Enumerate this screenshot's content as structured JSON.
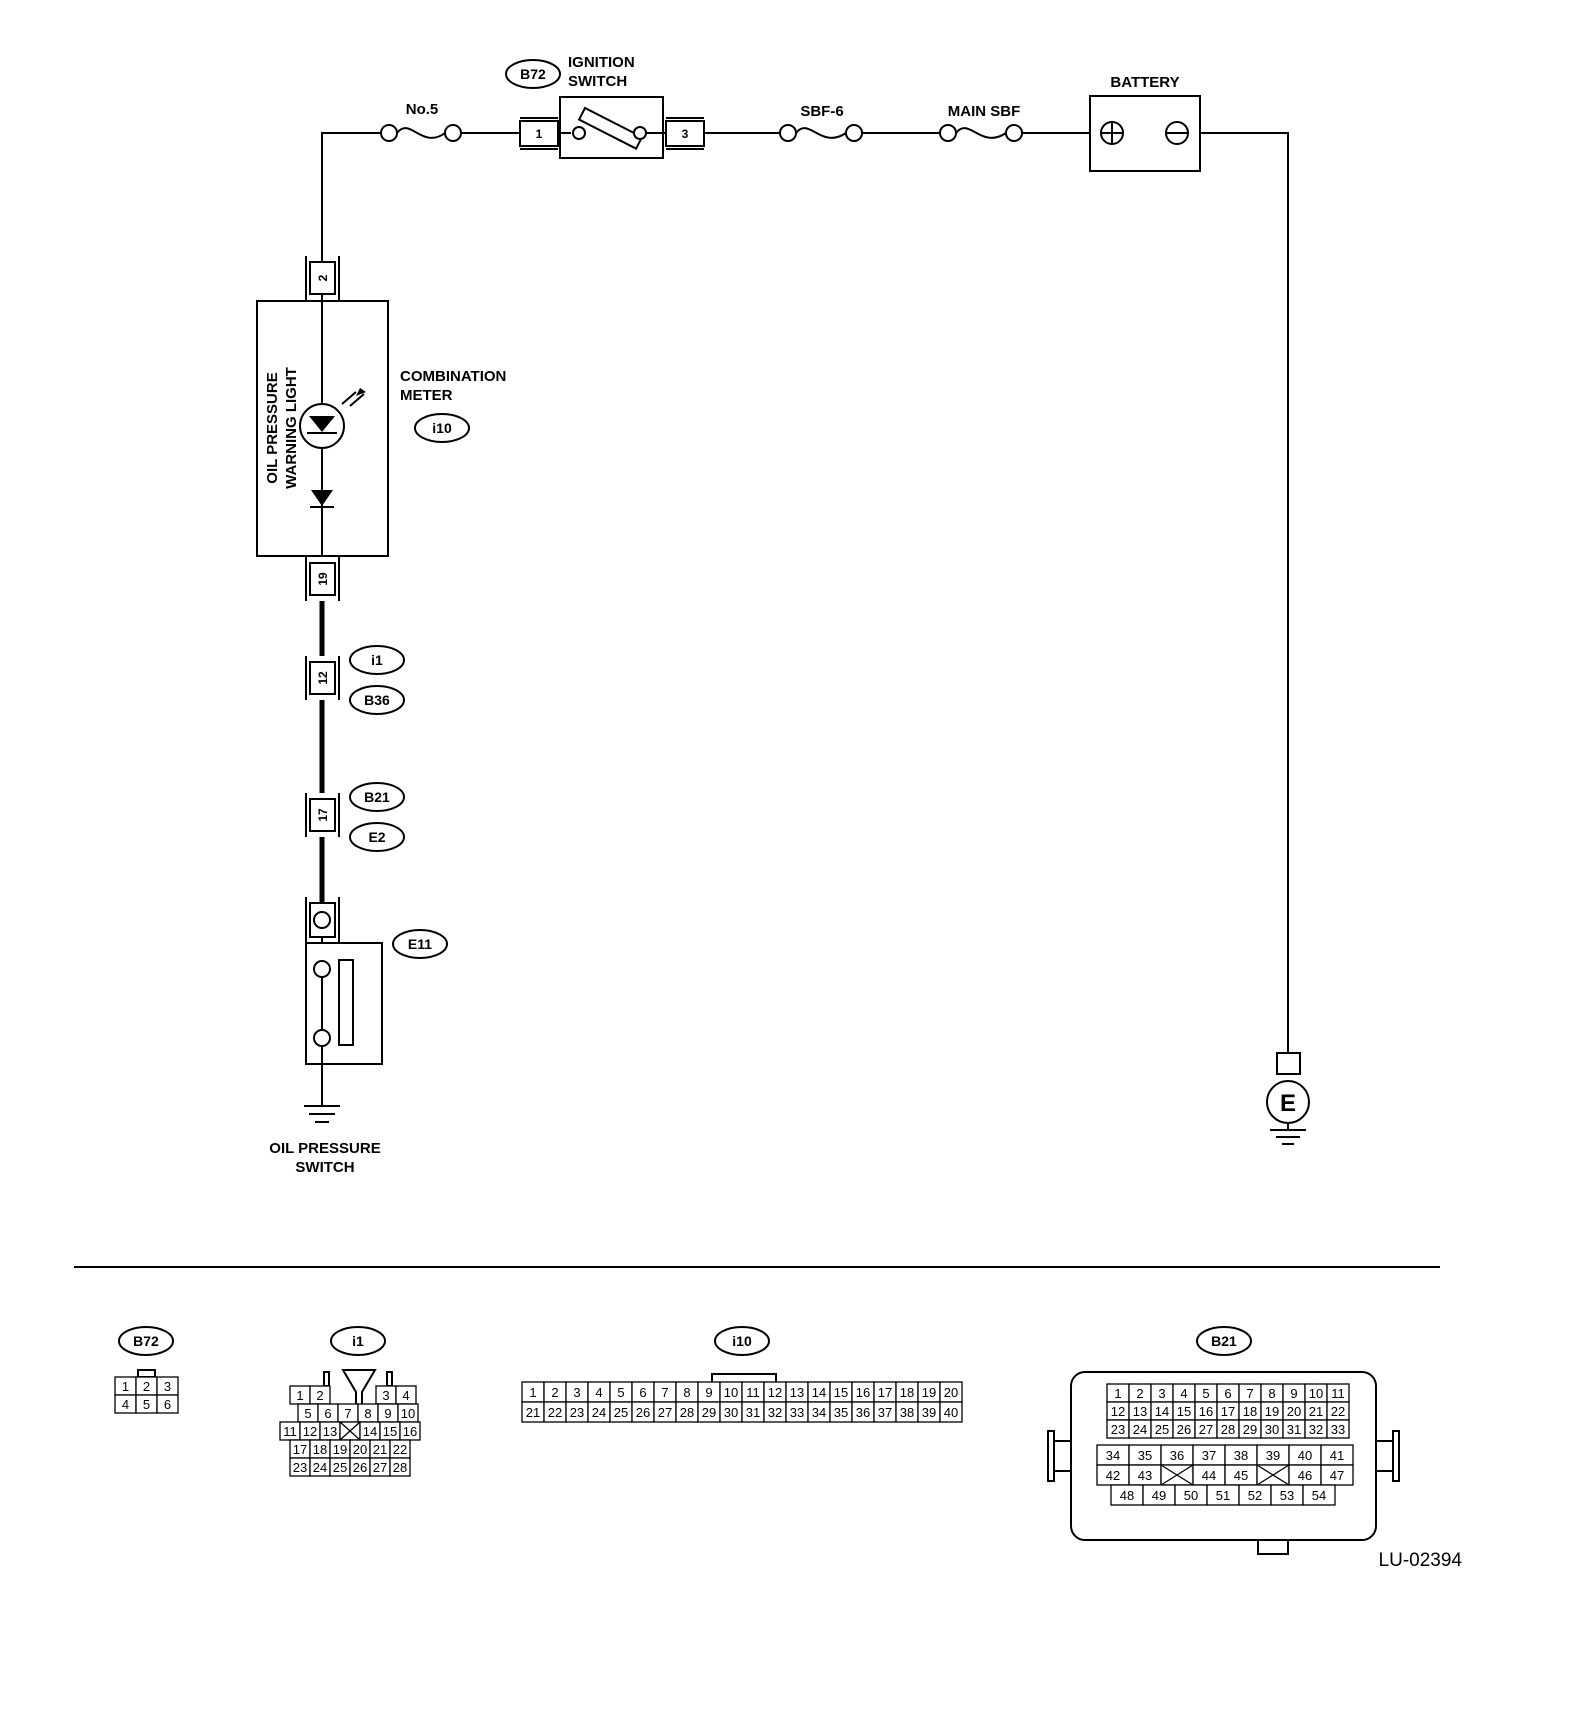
{
  "schematic": {
    "fuse_no5": "No.5",
    "ignition_switch": {
      "connector": "B72",
      "line1": "IGNITION",
      "line2": "SWITCH",
      "pin_in": "1",
      "pin_out": "3"
    },
    "fuse_sbf6": "SBF-6",
    "fuse_main_sbf": "MAIN SBF",
    "battery": "BATTERY",
    "combination_meter": {
      "line1": "COMBINATION",
      "line2": "METER",
      "connector": "i10",
      "pin_top": "2",
      "pin_bottom": "19"
    },
    "warning_light": {
      "line1": "OIL PRESSURE",
      "line2": "WARNING LIGHT"
    },
    "joint_1": {
      "pin": "12",
      "tag_a": "i1",
      "tag_b": "B36"
    },
    "joint_2": {
      "pin": "17",
      "tag_a": "B21",
      "tag_b": "E2"
    },
    "oil_switch": {
      "connector": "E11",
      "line1": "OIL PRESSURE",
      "line2": "SWITCH"
    },
    "ground": "E"
  },
  "connectors": {
    "b72": {
      "label": "B72",
      "rows": [
        [
          "1",
          "2",
          "3"
        ],
        [
          "4",
          "5",
          "6"
        ]
      ]
    },
    "i1": {
      "label": "i1",
      "rows": [
        [
          "1",
          "2",
          "",
          "3",
          "4"
        ],
        [
          "5",
          "6",
          "7",
          "8",
          "9",
          "10"
        ],
        [
          "11",
          "12",
          "13",
          "X",
          "14",
          "15",
          "16"
        ],
        [
          "17",
          "18",
          "19",
          "20",
          "21",
          "22"
        ],
        [
          "23",
          "24",
          "25",
          "26",
          "27",
          "28"
        ]
      ]
    },
    "i10": {
      "label": "i10",
      "rows": [
        [
          "1",
          "2",
          "3",
          "4",
          "5",
          "6",
          "7",
          "8",
          "9",
          "10",
          "11",
          "12",
          "13",
          "14",
          "15",
          "16",
          "17",
          "18",
          "19",
          "20"
        ],
        [
          "21",
          "22",
          "23",
          "24",
          "25",
          "26",
          "27",
          "28",
          "29",
          "30",
          "31",
          "32",
          "33",
          "34",
          "35",
          "36",
          "37",
          "38",
          "39",
          "40"
        ]
      ]
    },
    "b21": {
      "label": "B21",
      "rows": [
        [
          "1",
          "2",
          "3",
          "4",
          "5",
          "6",
          "7",
          "8",
          "9",
          "10",
          "11"
        ],
        [
          "12",
          "13",
          "14",
          "15",
          "16",
          "17",
          "18",
          "19",
          "20",
          "21",
          "22"
        ],
        [
          "23",
          "24",
          "25",
          "26",
          "27",
          "28",
          "29",
          "30",
          "31",
          "32",
          "33"
        ],
        [
          "34",
          "35",
          "36",
          "37",
          "38",
          "39",
          "40",
          "41"
        ],
        [
          "42",
          "43",
          "X",
          "44",
          "45",
          "X",
          "46",
          "47"
        ],
        [
          "48",
          "49",
          "50",
          "51",
          "52",
          "53",
          "54"
        ]
      ]
    }
  },
  "figure_id": "LU-02394"
}
